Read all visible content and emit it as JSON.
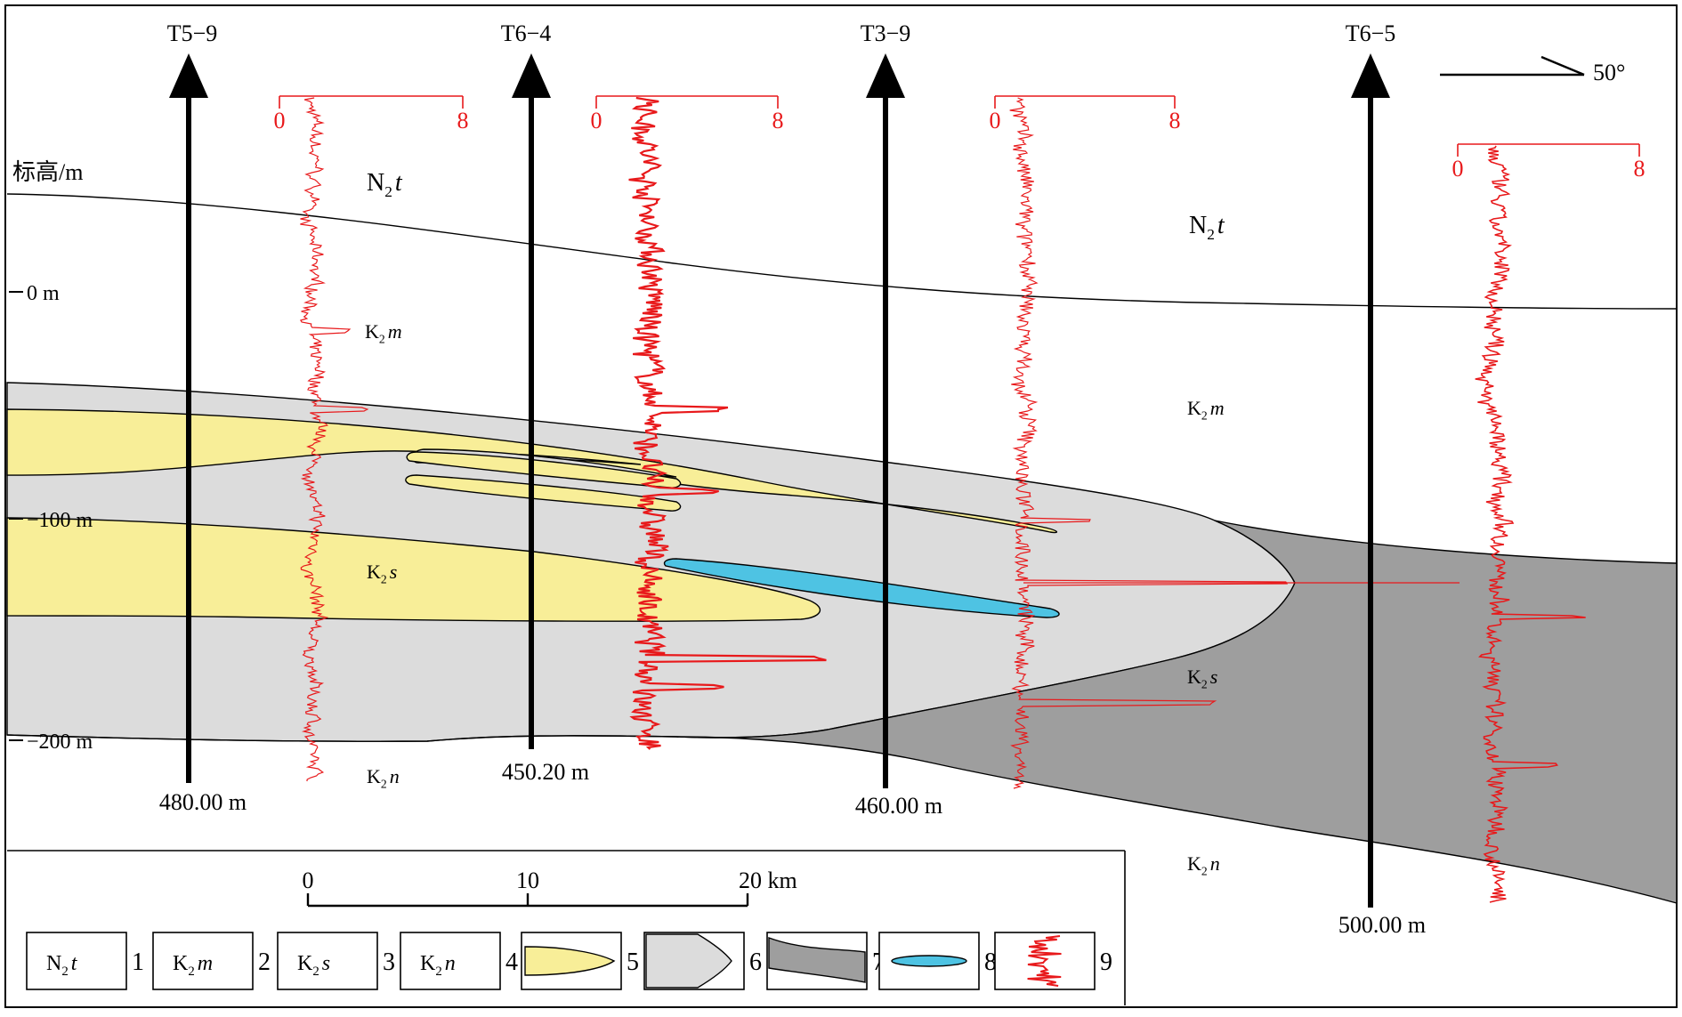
{
  "colors": {
    "sand_yellow": "#f8ee98",
    "light_gray_mudstone": "#dcdcdc",
    "dark_gray_mudstone": "#9e9e9e",
    "oil_sand_blue": "#4ec3e3",
    "log_red": "#e8191b",
    "outline": "#000000"
  },
  "orientation": {
    "label": "50°"
  },
  "elevation_axis": {
    "title": "标高/m",
    "ticks": [
      "0 m",
      "−100  m",
      "−200  m"
    ]
  },
  "wells": [
    {
      "name": "T5−9",
      "depth_label": "480.00  m"
    },
    {
      "name": "T6−4",
      "depth_label": "450.20  m"
    },
    {
      "name": "T3−9",
      "depth_label": "460.00  m"
    },
    {
      "name": "T6−5",
      "depth_label": "500.00  m"
    }
  ],
  "log_scale": {
    "min": "0",
    "max": "8"
  },
  "formation_labels": [
    {
      "base": "N",
      "sub": "2",
      "ital": "t"
    },
    {
      "base": "N",
      "sub": "2",
      "ital": "t"
    },
    {
      "base": "K",
      "sub": "2",
      "ital": "m"
    },
    {
      "base": "K",
      "sub": "2",
      "ital": "m"
    },
    {
      "base": "K",
      "sub": "2",
      "ital": "s"
    },
    {
      "base": "K",
      "sub": "2",
      "ital": "s"
    },
    {
      "base": "K",
      "sub": "2",
      "ital": "n"
    },
    {
      "base": "K",
      "sub": "2",
      "ital": "n"
    }
  ],
  "scale_bar": {
    "ticks": [
      "0",
      "10",
      "20 km"
    ]
  },
  "legend": [
    {
      "number": "1",
      "symbol": {
        "base": "N",
        "sub": "2",
        "ital": "t"
      }
    },
    {
      "number": "2",
      "symbol": {
        "base": "K",
        "sub": "2",
        "ital": "m"
      }
    },
    {
      "number": "3",
      "symbol": {
        "base": "K",
        "sub": "2",
        "ital": "s"
      }
    },
    {
      "number": "4",
      "symbol": {
        "base": "K",
        "sub": "2",
        "ital": "n"
      }
    },
    {
      "number": "5",
      "symbol_icon": "yellow-sand-lens-icon"
    },
    {
      "number": "6",
      "symbol_icon": "gray-mudstone-body-icon"
    },
    {
      "number": "7",
      "symbol_icon": "dark-gray-band-icon"
    },
    {
      "number": "8",
      "symbol_icon": "blue-oil-lens-icon"
    },
    {
      "number": "9",
      "symbol_icon": "red-log-curve-icon"
    }
  ]
}
